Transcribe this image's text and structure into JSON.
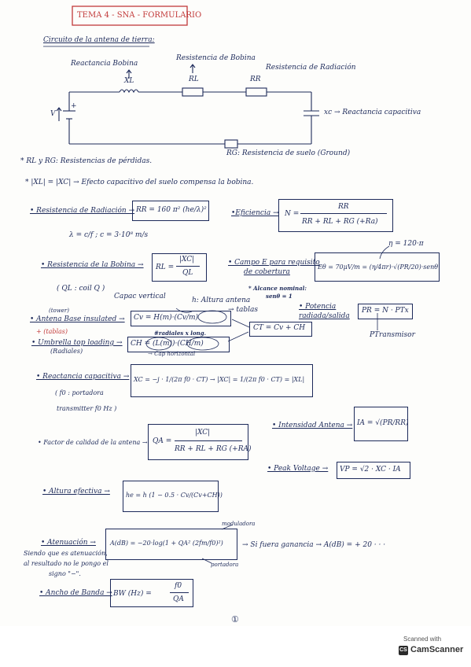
{
  "title": "TEMA 4 - SNA - FORMULARIO",
  "circuit": {
    "heading": "Circuito de la antena de tierra:",
    "lbl_xl_name": "Reactancia Bobina",
    "lbl_xl": "XL",
    "lbl_rl_name": "Resistencia de Bobina",
    "lbl_rl": "RL",
    "lbl_rr": "RR",
    "lbl_rr_name": "Resistencia de Radiación",
    "lbl_v": "V",
    "lbl_plus": "+",
    "lbl_xc": "xc → Reactancia capacitiva",
    "lbl_rg": "RG: Resistencia de suelo (Ground)"
  },
  "notes": {
    "n1": "* RL y RG: Resistencias de pérdidas.",
    "n2": "* |XL| = |XC| → Efecto capacitivo del suelo compensa la bobina."
  },
  "f_rr": {
    "label": "• Resistencia de Radiación →",
    "formula": "RR = 160 π² (he/λ)²",
    "sub": "λ = c/f ; c = 3·10⁸ m/s"
  },
  "f_eff": {
    "label": "•Eficiencia →",
    "formula_top": "RR",
    "formula_eq": "N =",
    "formula_bot": "RR + RL + RG (+Ra)"
  },
  "f_rl": {
    "label": "• Resistencia de la Bobina →",
    "formula_eq": "RL =",
    "formula_top": "|XC|",
    "formula_bot": "QL",
    "sub": "( QL : coil Q )"
  },
  "f_field": {
    "label1": "• Campo E para requisito",
    "label2": "de cobertura",
    "note1": "* Alcance nominal:",
    "note2": "senθ = 1",
    "eta": "η = 120·π",
    "formula": "Eθ = 70μV/m = (η/4πr)·√(PR/20)·senθ"
  },
  "f_cv": {
    "label": "• Antena Base insulated →",
    "tower": "(tower)",
    "formula": "Cv = H(m)·(Cv/m)",
    "top_note": "Capac vertical",
    "h_note": "h: Altura antena",
    "tabla_note": "→ tablas",
    "tablas": "+ (tablas)"
  },
  "f_ct": {
    "formula": "CT = Cv + CH"
  },
  "f_ch": {
    "label": "• Umbrella top loading →",
    "sub_label": "(Radiales)",
    "formula": "CH = (L(m))·(CH/m)",
    "note_top": "#radiales x long.",
    "note_bot": "→ Cap horizontal"
  },
  "f_power": {
    "label1": "• Potencia",
    "label2": "radiada/salida",
    "formula": "PR = N · PTx",
    "sub": "PTransmisor"
  },
  "f_xc": {
    "label": "• Reactancia capacitiva →",
    "formula": "XC = −j · 1/(2π f0 · CT)  →  |XC| = 1/(2π f0 · CT) = |XL|",
    "sub1": "( f0 : portadora",
    "sub2": "transmitter f0 Hz )"
  },
  "f_ia": {
    "label": "• Intensidad Antena →",
    "formula": "IA = √(PR/RR)"
  },
  "f_qa": {
    "label": "• Factor de calidad de la antena →",
    "formula_eq": "QA =",
    "formula_top": "|XC|",
    "formula_bot": "RR + RL + RG (+RA)"
  },
  "f_vp": {
    "label": "• Peak Voltage →",
    "formula": "VP = √2 · XC · IA"
  },
  "f_he": {
    "label": "• Altura efectiva →",
    "formula": "he = h (1 − 0.5 · Cv/(Cv+CH))"
  },
  "f_att": {
    "label": "• Atenuación →",
    "note1": "Siendo que es atenuación,",
    "note2": "al resultado no le pongo el",
    "note3": "signo \"−\".",
    "formula": "A(dB) = −20·log(1 + QA² (2fm/f0)²)",
    "mod": "moduladora",
    "port": "portadora",
    "tail": "→ Si fuera ganancia → A(dB) = + 20 · · ·"
  },
  "f_bw": {
    "label": "• Ancho de Banda →",
    "formula_eq": "BW (Hz) =",
    "formula_top": "f0",
    "formula_bot": "QA"
  },
  "page_num": "①",
  "scanner": {
    "top": "Scanned with",
    "brand": "CamScanner",
    "logo": "CS"
  }
}
